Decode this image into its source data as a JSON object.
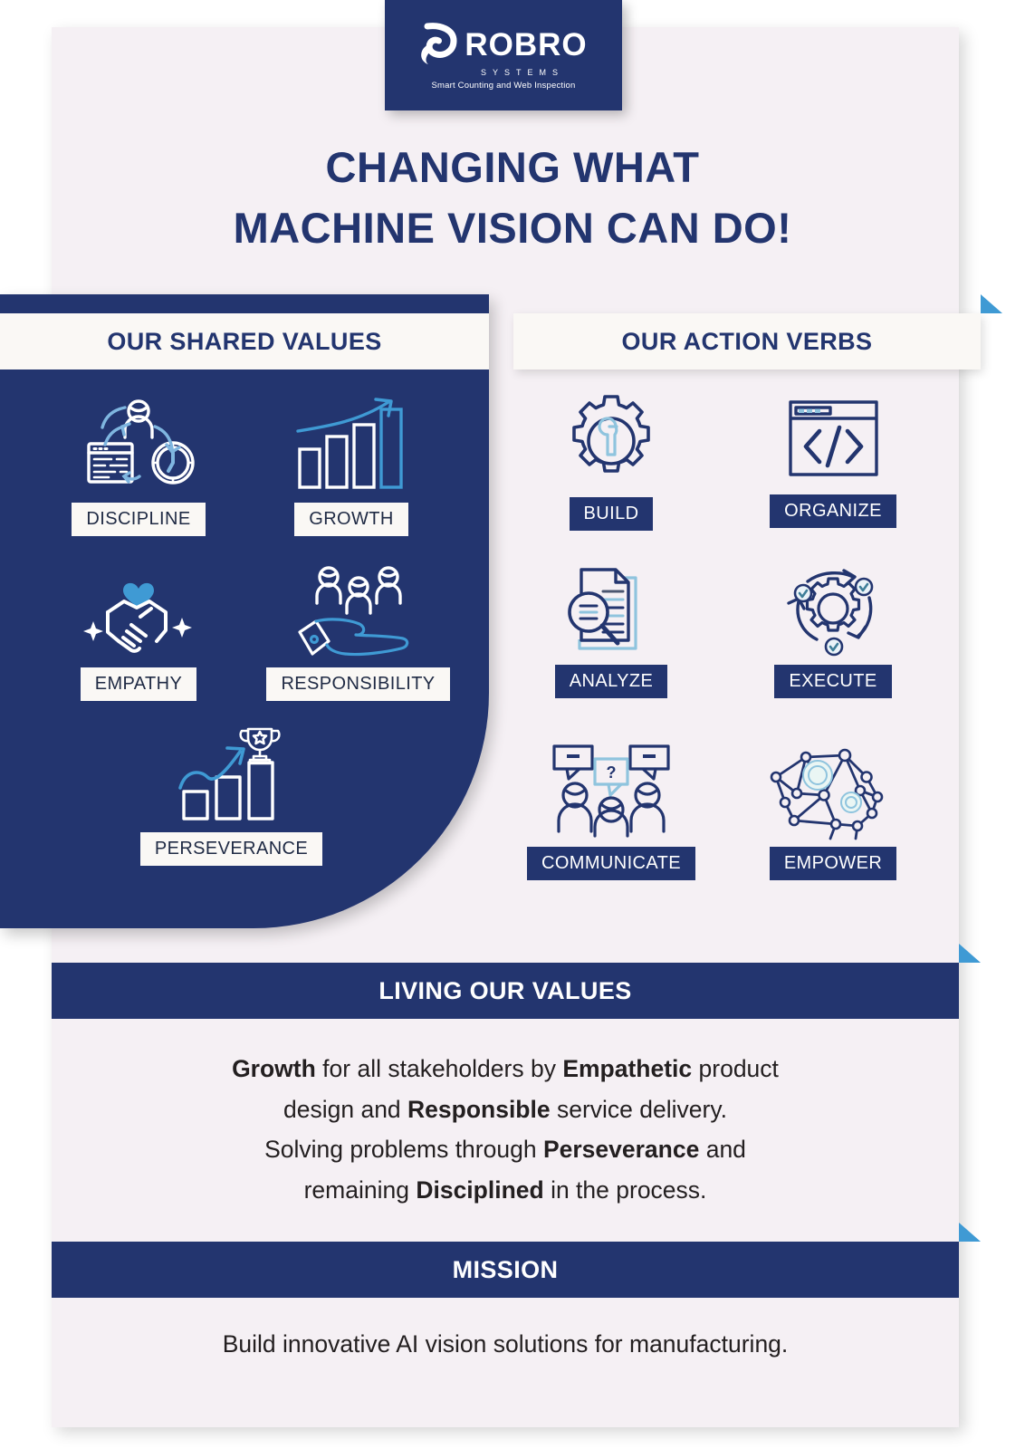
{
  "brand": {
    "name": "ROBRO",
    "subname": "SYSTEMS",
    "tagline": "Smart Counting and Web Inspection",
    "logo_icon": "robro-r-mark",
    "panel_color": "#23356f"
  },
  "headline": {
    "line1": "CHANGING WHAT",
    "line2": "MACHINE VISION CAN DO!"
  },
  "shared_values": {
    "heading": "OUR SHARED VALUES",
    "items": [
      {
        "label": "DISCIPLINE",
        "icon": "discipline-cycle-icon"
      },
      {
        "label": "GROWTH",
        "icon": "growth-bar-chart-icon"
      },
      {
        "label": "EMPATHY",
        "icon": "handshake-heart-icon"
      },
      {
        "label": "RESPONSIBILITY",
        "icon": "people-on-hand-icon"
      },
      {
        "label": "PERSEVERANCE",
        "icon": "bars-trophy-icon"
      }
    ]
  },
  "action_verbs": {
    "heading": "OUR ACTION VERBS",
    "items": [
      {
        "label": "BUILD",
        "icon": "gear-wrench-icon"
      },
      {
        "label": "ORGANIZE",
        "icon": "code-window-icon"
      },
      {
        "label": "ANALYZE",
        "icon": "document-magnifier-icon"
      },
      {
        "label": "EXECUTE",
        "icon": "gear-arrows-check-icon"
      },
      {
        "label": "COMMUNICATE",
        "icon": "people-speech-bubbles-icon"
      },
      {
        "label": "EMPOWER",
        "icon": "brain-network-gears-icon"
      }
    ]
  },
  "living_values": {
    "heading": "LIVING OUR VALUES",
    "lines": [
      [
        {
          "t": "Growth",
          "b": true
        },
        {
          "t": " for all stakeholders by ",
          "b": false
        },
        {
          "t": "Empathetic",
          "b": true
        },
        {
          "t": " product",
          "b": false
        }
      ],
      [
        {
          "t": "design and ",
          "b": false
        },
        {
          "t": "Responsible",
          "b": true
        },
        {
          "t": " service delivery.",
          "b": false
        }
      ],
      [
        {
          "t": "Solving problems through ",
          "b": false
        },
        {
          "t": "Perseverance",
          "b": true
        },
        {
          "t": " and",
          "b": false
        }
      ],
      [
        {
          "t": "remaining ",
          "b": false
        },
        {
          "t": "Disciplined",
          "b": true
        },
        {
          "t": " in the process.",
          "b": false
        }
      ]
    ]
  },
  "mission": {
    "heading": "MISSION",
    "text": "Build innovative AI vision solutions for manufacturing."
  },
  "colors": {
    "navy": "#23356f",
    "accent_blue": "#3f9ad4",
    "card_bg": "#f5f0f4",
    "chip_light": "#faf8f5",
    "body_text": "#231f20"
  }
}
